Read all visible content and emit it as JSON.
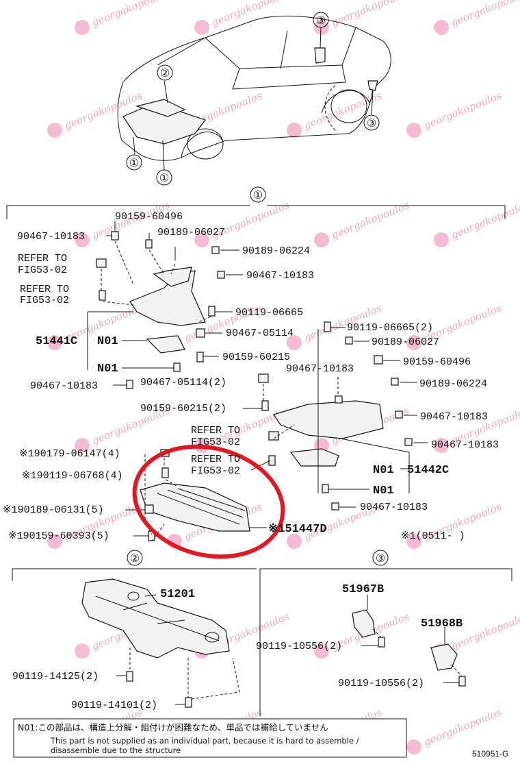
{
  "sections": {
    "s1": "①",
    "s2": "②",
    "s3": "③"
  },
  "car_callouts": [
    "①",
    "①",
    "②",
    "③",
    "③"
  ],
  "labels": {
    "p1": "90159-60496",
    "p2": "90467-10183",
    "p3": "90189-06027",
    "p4": "90189-06224",
    "p5a": "REFER TO",
    "p5b": "FIG53-02",
    "p6": "90467-10183",
    "p7a": "REFER TO",
    "p7b": "FIG53-02",
    "p8": "90119-06665",
    "p9": "51441C",
    "p10": "N01",
    "p11": "90467-05114",
    "p12": "90119-06665(2)",
    "p13": "90189-06027",
    "p14": "90159-60215",
    "p15": "90159-60496",
    "p16": "N01",
    "p17": "90467-10183",
    "p18": "90467-10183",
    "p19": "90467-05114(2)",
    "p20": "90189-06224",
    "p21": "90159-60215(2)",
    "p22": "90467-10183",
    "p23a": "REFER TO",
    "p23b": "FIG53-02",
    "p24": "90467-10183",
    "p25": "※190179-06147(4)",
    "p26a": "REFER TO",
    "p26b": "FIG53-02",
    "p27": "N01",
    "p28": "51442C",
    "p29": "※190119-06768(4)",
    "p30": "N01",
    "p31": "※190189-06131(5)",
    "p32": "90467-10183",
    "p33": "※151447D",
    "p34": "※190159-60393(5)",
    "p35": "※1(0511-      )",
    "p36": "51201",
    "p37": "90119-14125(2)",
    "p38": "90119-14101(2)",
    "p39": "51967B",
    "p40": "90119-10556(2)",
    "p41": "51968B",
    "p42": "90119-10556(2)"
  },
  "note": {
    "jp": "N01:この部品は、構造上分解・組付けが困難なため、単品では補給していません",
    "en1": "This part is not supplied as an individual part, because it is hard to assemble /",
    "en2": "disassemble due to the structure"
  },
  "figure_code": "510951-G",
  "watermark": "georgakopoulos",
  "colors": {
    "highlight": "#e5161f",
    "watermark": "#e23a83"
  }
}
